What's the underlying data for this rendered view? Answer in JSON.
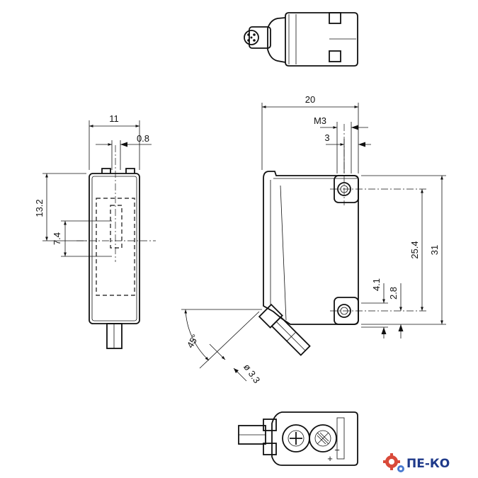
{
  "drawing": {
    "dimensions": {
      "width_front": "11",
      "offset_front": "0.8",
      "height_upper": "13.2",
      "optical_offset": "7.4",
      "width_side": "20",
      "thread": "M3",
      "hole_offset": "3",
      "hole_spacing": "25.4",
      "height_total": "31",
      "hole_bottom": "4.1",
      "hole_bottom_2": "2.8",
      "cable_angle": "45°",
      "cable_diameter": "ø 3.3"
    },
    "connector_symbols": {
      "plus": "+",
      "minus": "−"
    }
  },
  "logo": {
    "text": "ПЕ-КО"
  }
}
